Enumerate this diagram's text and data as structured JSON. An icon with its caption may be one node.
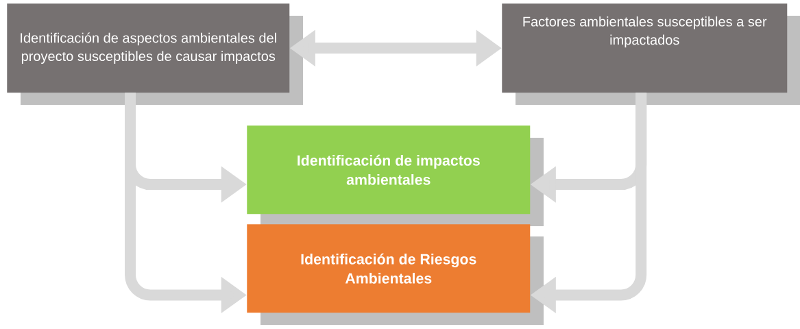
{
  "diagram": {
    "nodes": [
      {
        "text": [
          "Identificación de aspectos ambientales del proyecto susceptibles de causar impactos"
        ]
      },
      {
        "text": [
          "Factores ambientales susceptibles a ser impactados"
        ]
      },
      {
        "text": [
          "Identificación de impactos ambientales"
        ]
      },
      {
        "text": [
          "Identificación de Riesgos Ambientales"
        ]
      }
    ],
    "edges": [
      {
        "from": 0,
        "to": 1,
        "arrow": "both"
      },
      {
        "from": 0,
        "to": 2,
        "arrow": "to"
      },
      {
        "from": 0,
        "to": 3,
        "arrow": "to"
      },
      {
        "from": 1,
        "to": 2,
        "arrow": "to"
      },
      {
        "from": 1,
        "to": 3,
        "arrow": "to"
      }
    ]
  }
}
